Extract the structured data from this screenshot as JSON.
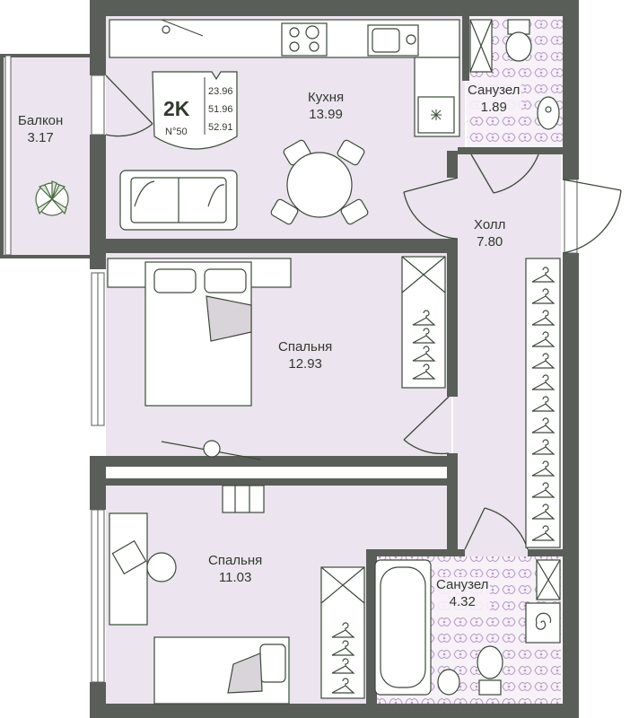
{
  "apartment": {
    "type": "2K",
    "number": "N°50",
    "areas": [
      "23.96",
      "51.96",
      "52.91"
    ]
  },
  "rooms": {
    "balcony": {
      "name": "Балкон",
      "area": "3.17"
    },
    "kitchen": {
      "name": "Кухня",
      "area": "13.99"
    },
    "bath_top": {
      "name": "Санузел",
      "area": "1.89"
    },
    "hall": {
      "name": "Холл",
      "area": "7.80"
    },
    "bedroom1": {
      "name": "Спальня",
      "area": "12.93"
    },
    "bedroom2": {
      "name": "Спальня",
      "area": "11.03"
    },
    "bath_bottom": {
      "name": "Санузел",
      "area": "4.32"
    }
  },
  "colors": {
    "wall": "#5a5e58",
    "floor": "#ece4ee",
    "tile_pattern": "#b89ac6",
    "furniture_stroke": "#3a4a38",
    "plant": "#4a6a44",
    "text": "#2f3a2d"
  }
}
